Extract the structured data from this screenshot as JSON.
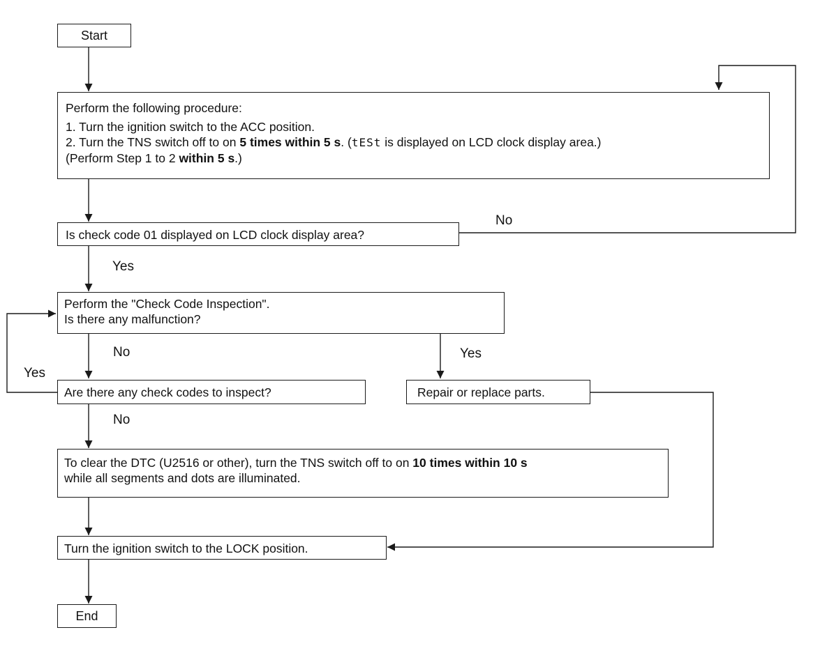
{
  "nodes": {
    "start": {
      "text": "Start"
    },
    "procedure": {
      "heading": "Perform the following procedure:",
      "step1": "1. Turn the ignition switch to the ACC position.",
      "step2_a": "2. Turn the TNS switch off to on ",
      "step2_bold": "5 times within 5 s",
      "step2_b": ". (",
      "step2_lcd": "tESt",
      "step2_c": " is displayed on LCD clock display area.)",
      "step3_a": "(Perform Step 1 to 2 ",
      "step3_bold": "within 5 s",
      "step3_b": ".)"
    },
    "check_code": {
      "text": "Is check code 01 displayed on LCD clock display area?"
    },
    "inspection": {
      "line1": "Perform the \"Check Code Inspection\".",
      "line2": "Is there any malfunction?"
    },
    "more_codes": {
      "text": "Are there any check codes to inspect?"
    },
    "repair": {
      "text": "Repair or replace parts."
    },
    "clear_dtc": {
      "line1_a": "To clear the DTC (U2516 or other), turn the TNS switch off to on ",
      "line1_bold": "10 times within 10 s",
      "line2": "while all segments and dots are illuminated."
    },
    "lock": {
      "text": "Turn the ignition switch to the LOCK position."
    },
    "end": {
      "text": "End"
    }
  },
  "edge_labels": {
    "check_no": "No",
    "check_yes": "Yes",
    "inspect_no": "No",
    "inspect_yes": "Yes",
    "more_yes": "Yes",
    "more_no": "No"
  },
  "colors": {
    "line": "#1a1a1a",
    "background": "#ffffff"
  }
}
